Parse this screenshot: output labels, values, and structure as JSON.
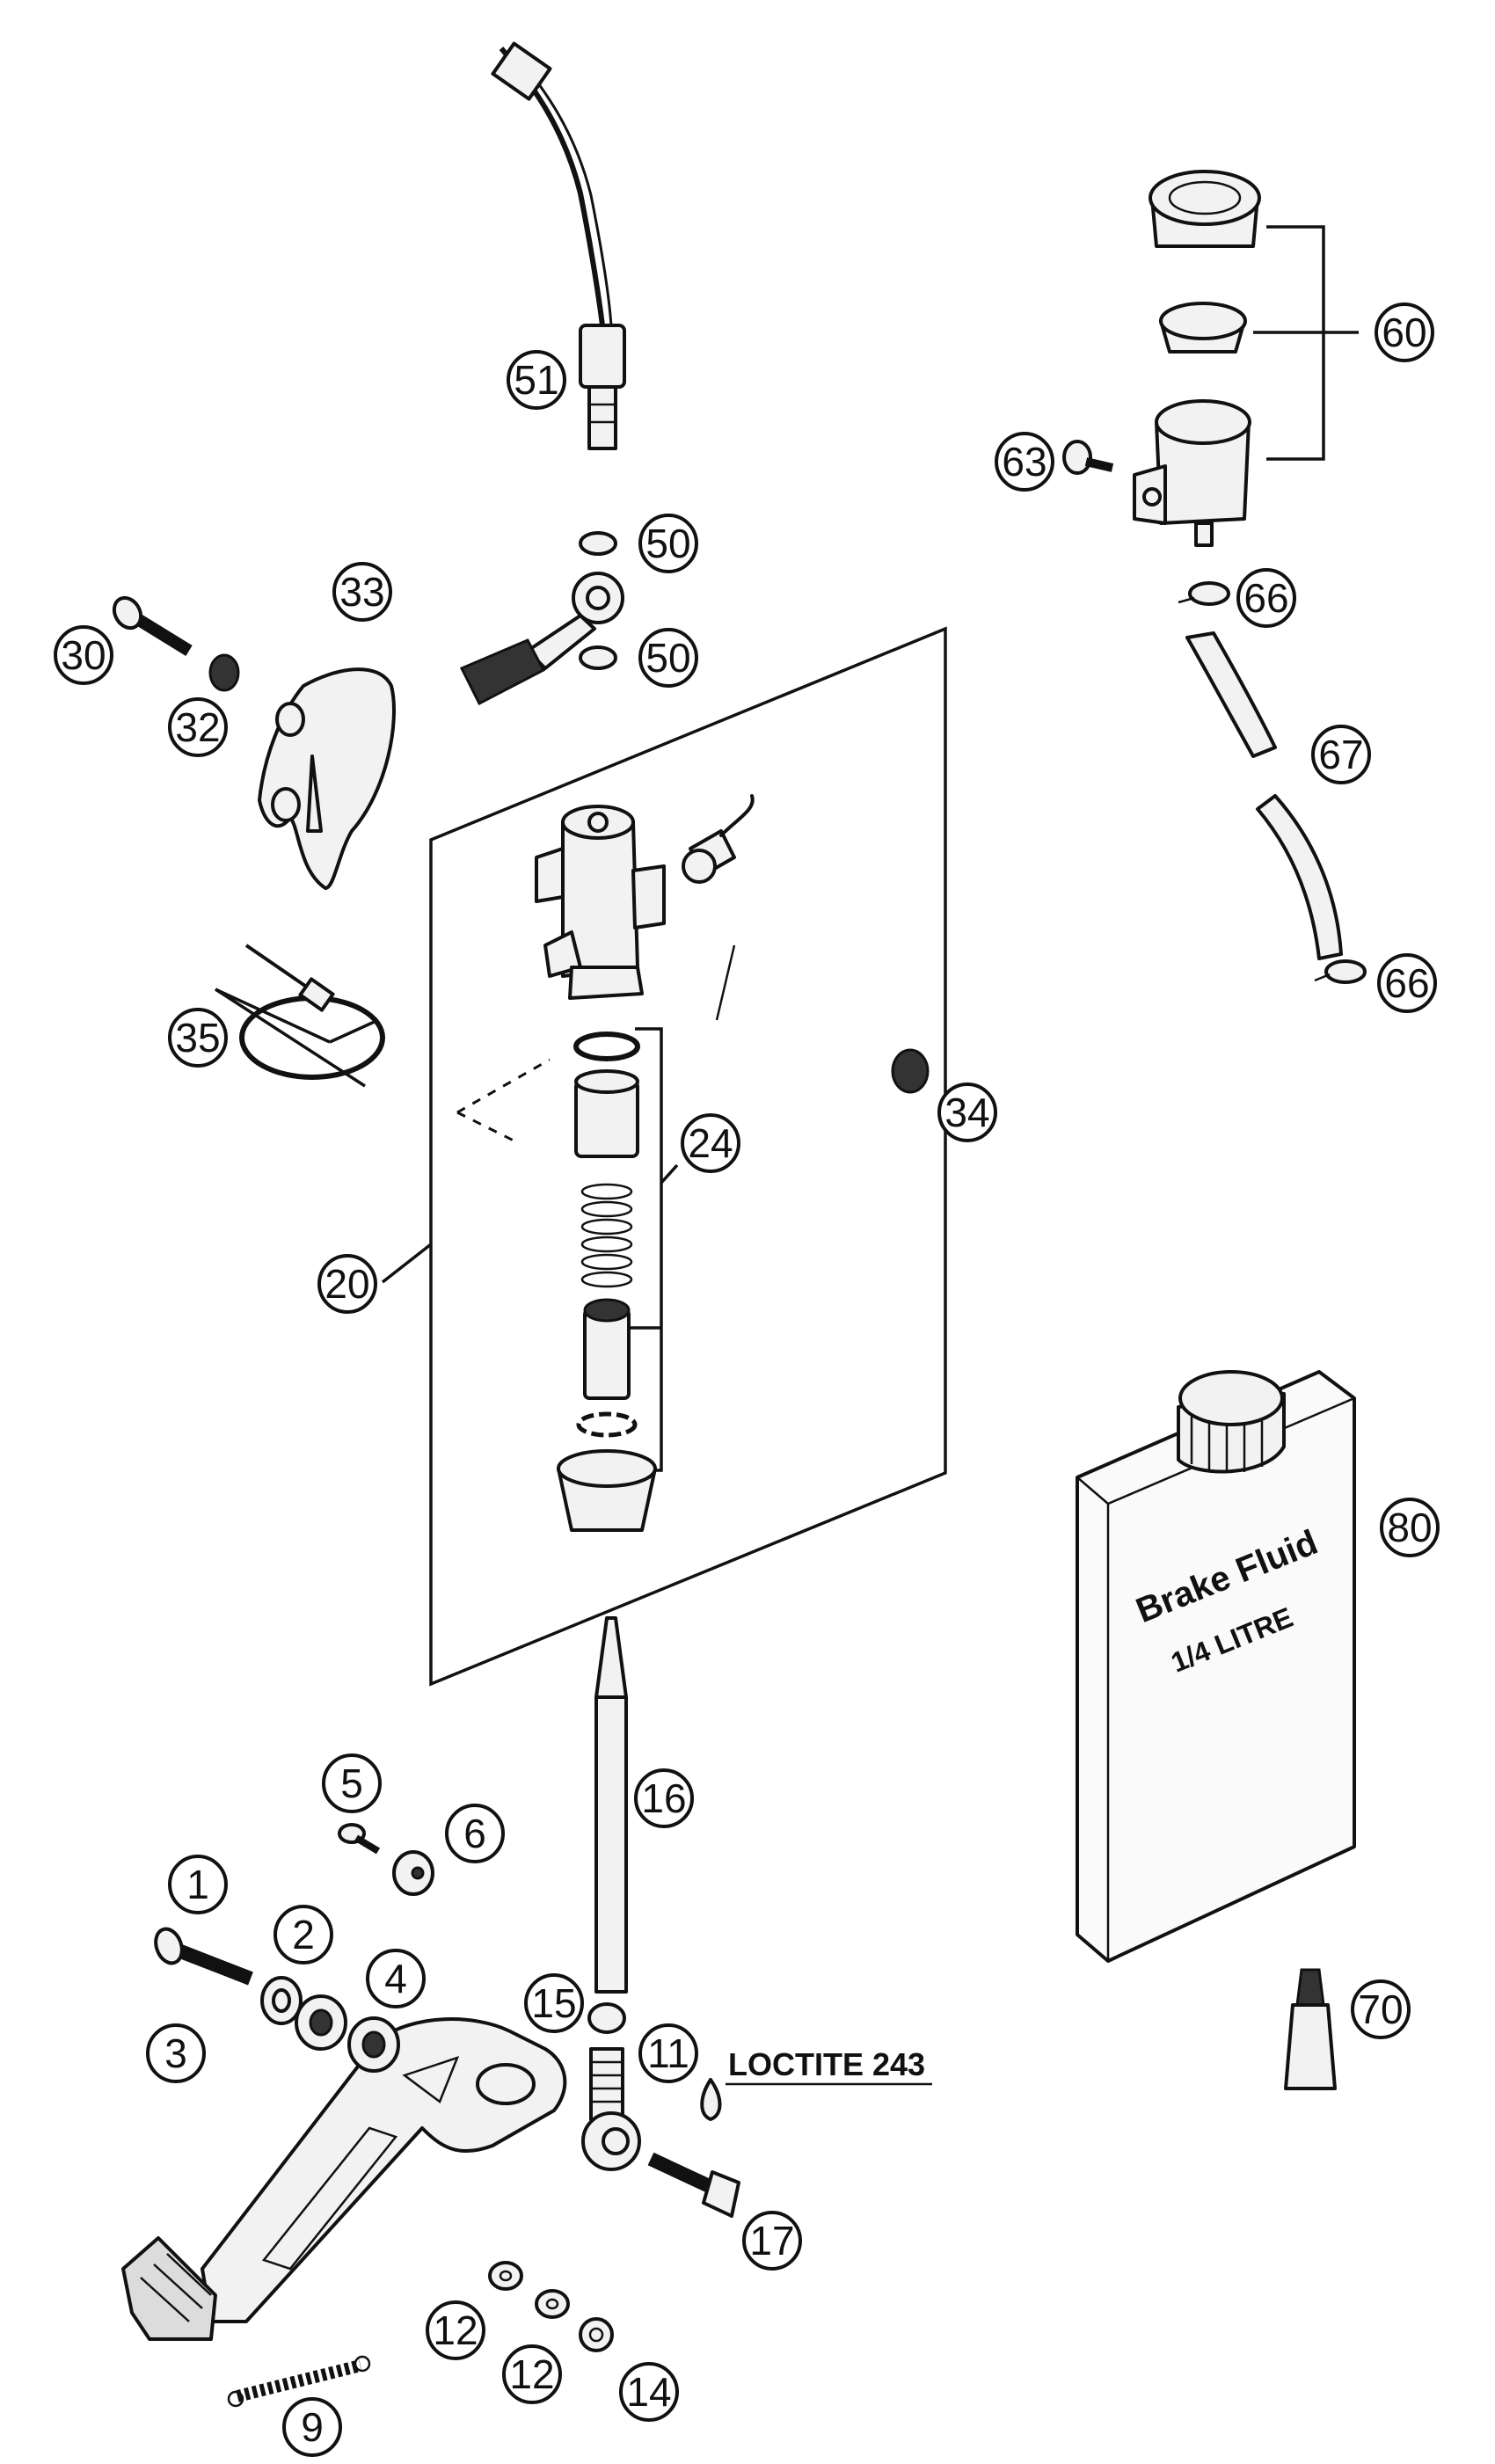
{
  "callouts": [
    {
      "id": "51",
      "label": "51"
    },
    {
      "id": "50a",
      "label": "50"
    },
    {
      "id": "50b",
      "label": "50"
    },
    {
      "id": "33",
      "label": "33"
    },
    {
      "id": "30",
      "label": "30"
    },
    {
      "id": "32",
      "label": "32"
    },
    {
      "id": "35",
      "label": "35"
    },
    {
      "id": "20",
      "label": "20"
    },
    {
      "id": "24",
      "label": "24"
    },
    {
      "id": "34",
      "label": "34"
    },
    {
      "id": "60",
      "label": "60"
    },
    {
      "id": "63",
      "label": "63"
    },
    {
      "id": "66a",
      "label": "66"
    },
    {
      "id": "67",
      "label": "67"
    },
    {
      "id": "66b",
      "label": "66"
    },
    {
      "id": "80",
      "label": "80"
    },
    {
      "id": "70",
      "label": "70"
    },
    {
      "id": "16",
      "label": "16"
    },
    {
      "id": "5",
      "label": "5"
    },
    {
      "id": "6",
      "label": "6"
    },
    {
      "id": "1",
      "label": "1"
    },
    {
      "id": "2",
      "label": "2"
    },
    {
      "id": "4",
      "label": "4"
    },
    {
      "id": "3",
      "label": "3"
    },
    {
      "id": "15",
      "label": "15"
    },
    {
      "id": "11",
      "label": "11"
    },
    {
      "id": "17",
      "label": "17"
    },
    {
      "id": "12a",
      "label": "12"
    },
    {
      "id": "12b",
      "label": "12"
    },
    {
      "id": "14",
      "label": "14"
    },
    {
      "id": "9",
      "label": "9"
    }
  ],
  "annotations": {
    "loctite": "LOCTITE 243",
    "can_line1": "Brake Fluid",
    "can_line2": "1/4 LITRE"
  }
}
